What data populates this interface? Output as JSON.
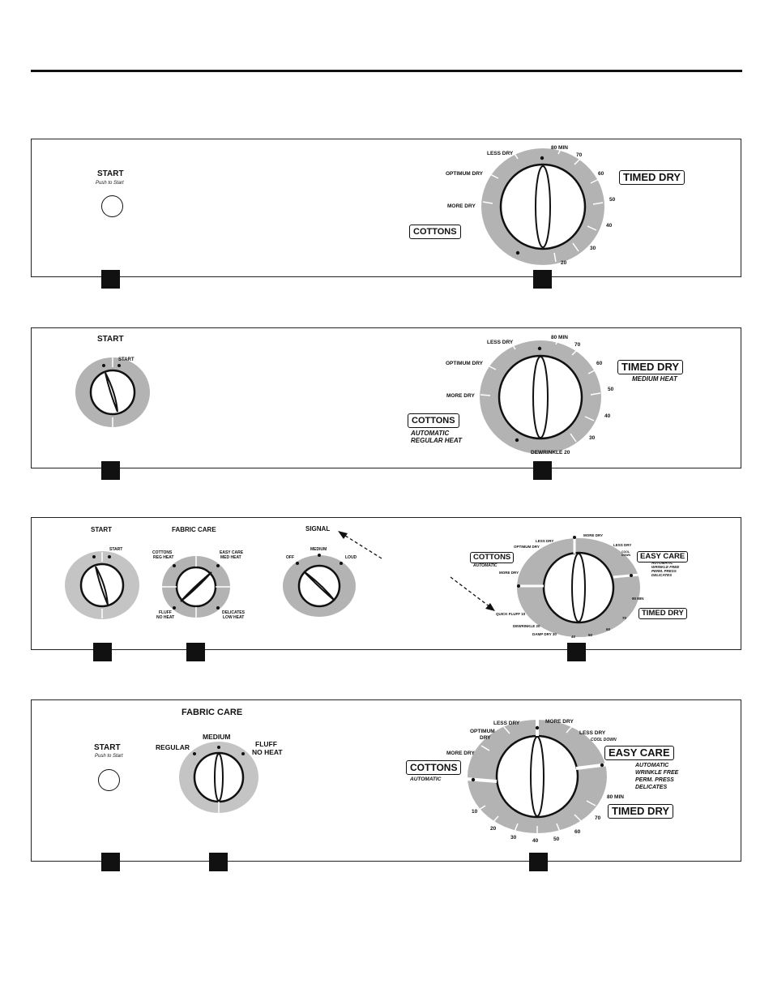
{
  "panels": [
    {
      "start": {
        "title": "START",
        "sub": "Push to Start"
      },
      "dial": {
        "less_dry": "LESS DRY",
        "optimum_dry": "OPTIMUM DRY",
        "more_dry": "MORE DRY",
        "min80": "80 MIN",
        "n70": "70",
        "n60": "60",
        "n50": "50",
        "n40": "40",
        "n30": "30",
        "n20": "20"
      },
      "cottons": "COTTONS",
      "timed_dry": "TIMED DRY"
    },
    {
      "start": {
        "title": "START",
        "knob_label": "START"
      },
      "dial": {
        "less_dry": "LESS DRY",
        "optimum_dry": "OPTIMUM DRY",
        "more_dry": "MORE DRY",
        "min80": "80 MIN",
        "n70": "70",
        "n60": "60",
        "n50": "50",
        "n40": "40",
        "n30": "30",
        "dewrinkle": "DEWRINKLE 20"
      },
      "cottons": "COTTONS",
      "cottons_sub1": "AUTOMATIC",
      "cottons_sub2": "REGULAR HEAT",
      "timed_dry": "TIMED DRY",
      "timed_sub": "MEDIUM HEAT"
    },
    {
      "start": {
        "title": "START",
        "knob_label": "START"
      },
      "fabric": {
        "title": "FABRIC CARE",
        "cottons1": "COTTONS",
        "cottons2": "REG HEAT",
        "easy1": "EASY CARE",
        "easy2": "MED HEAT",
        "fluff1": "FLUFF",
        "fluff2": "NO HEAT",
        "delicates1": "DELICATES",
        "delicates2": "LOW HEAT"
      },
      "signal": {
        "title": "SIGNAL",
        "off": "OFF",
        "medium": "MEDIUM",
        "loud": "LOUD"
      },
      "dial": {
        "less_dry_l": "LESS DRY",
        "optimum_dry": "OPTIMUM DRY",
        "more_dry_l": "MORE DRY",
        "more_dry_top": "MORE DRY",
        "less_dry_r": "LESS DRY",
        "cool1": "COOL",
        "cool2": "DOWN",
        "quick_fluff": "QUICK FLUFF 10",
        "dewrinkle": "DEWRINKLE 20",
        "damp_dry": "DAMP DRY 30",
        "n40": "40",
        "n50": "50",
        "n60": "60",
        "n70": "70",
        "min90": "90 MIN"
      },
      "cottons": "COTTONS",
      "cottons_sub": "AUTOMATIC",
      "easy_care": "EASY CARE",
      "easy_sub": [
        "AUTOMATIC",
        "WRINKLE FREE",
        "PERM. PRESS",
        "DELICATES"
      ],
      "timed_dry": "TIMED DRY"
    },
    {
      "start": {
        "title": "START",
        "sub": "Push to Start"
      },
      "fabric": {
        "title": "FABRIC CARE",
        "regular": "REGULAR",
        "medium": "MEDIUM",
        "fluff1": "FLUFF",
        "fluff2": "NO HEAT"
      },
      "dial": {
        "less_dry_l": "LESS DRY",
        "optimum1": "OPTIMUM",
        "optimum2": "DRY",
        "more_dry_l": "MORE DRY",
        "more_dry_top": "MORE DRY",
        "less_dry_r": "LESS DRY",
        "cool_down": "COOL DOWN",
        "min80": "80 MIN",
        "n70": "70",
        "n60": "60",
        "n50": "50",
        "n40": "40",
        "n30": "30",
        "n20": "20",
        "n10": "10"
      },
      "cottons": "COTTONS",
      "cottons_sub": "AUTOMATIC",
      "easy_care": "EASY CARE",
      "easy_sub": [
        "AUTOMATIC",
        "WRINKLE FREE",
        "PERM. PRESS",
        "DELICATES"
      ],
      "timed_dry": "TIMED DRY"
    }
  ],
  "colors": {
    "ink": "#111111",
    "dial_gray": "#b3b3b3",
    "knob_gray": "#c4c4c4"
  }
}
